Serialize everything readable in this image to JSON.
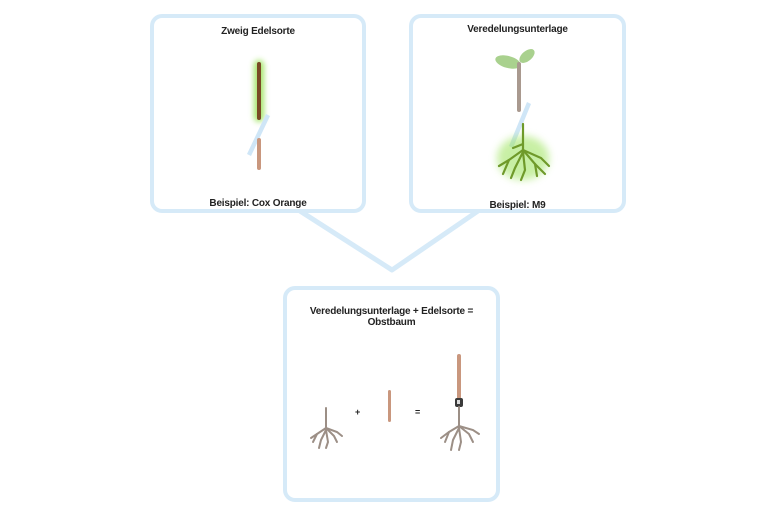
{
  "panels": {
    "scion": {
      "title": "Zweig Edelsorte",
      "example": "Beispiel: Cox Orange"
    },
    "rootstock": {
      "title": "Veredelungsunterlage",
      "example": "Beispiel: M9"
    },
    "result": {
      "title": "Veredelungsunterlage + Edelsorte = Obstbaum",
      "plus": "+",
      "equals": "="
    }
  },
  "colors": {
    "panel_border": "#d6eaf8",
    "wood": "#c9977e",
    "bark_dark": "#7a4a24",
    "root": "#9c8f86",
    "highlight_glow": "#9be35a",
    "leaf": "#a9d18e",
    "cut_blade": "#cfe6f7",
    "graft_tape": "#3a3a3a"
  },
  "icons": [
    "scion-twig-icon",
    "rootstock-plant-icon",
    "knife-cut-icon",
    "roots-icon",
    "grafted-tree-icon"
  ]
}
